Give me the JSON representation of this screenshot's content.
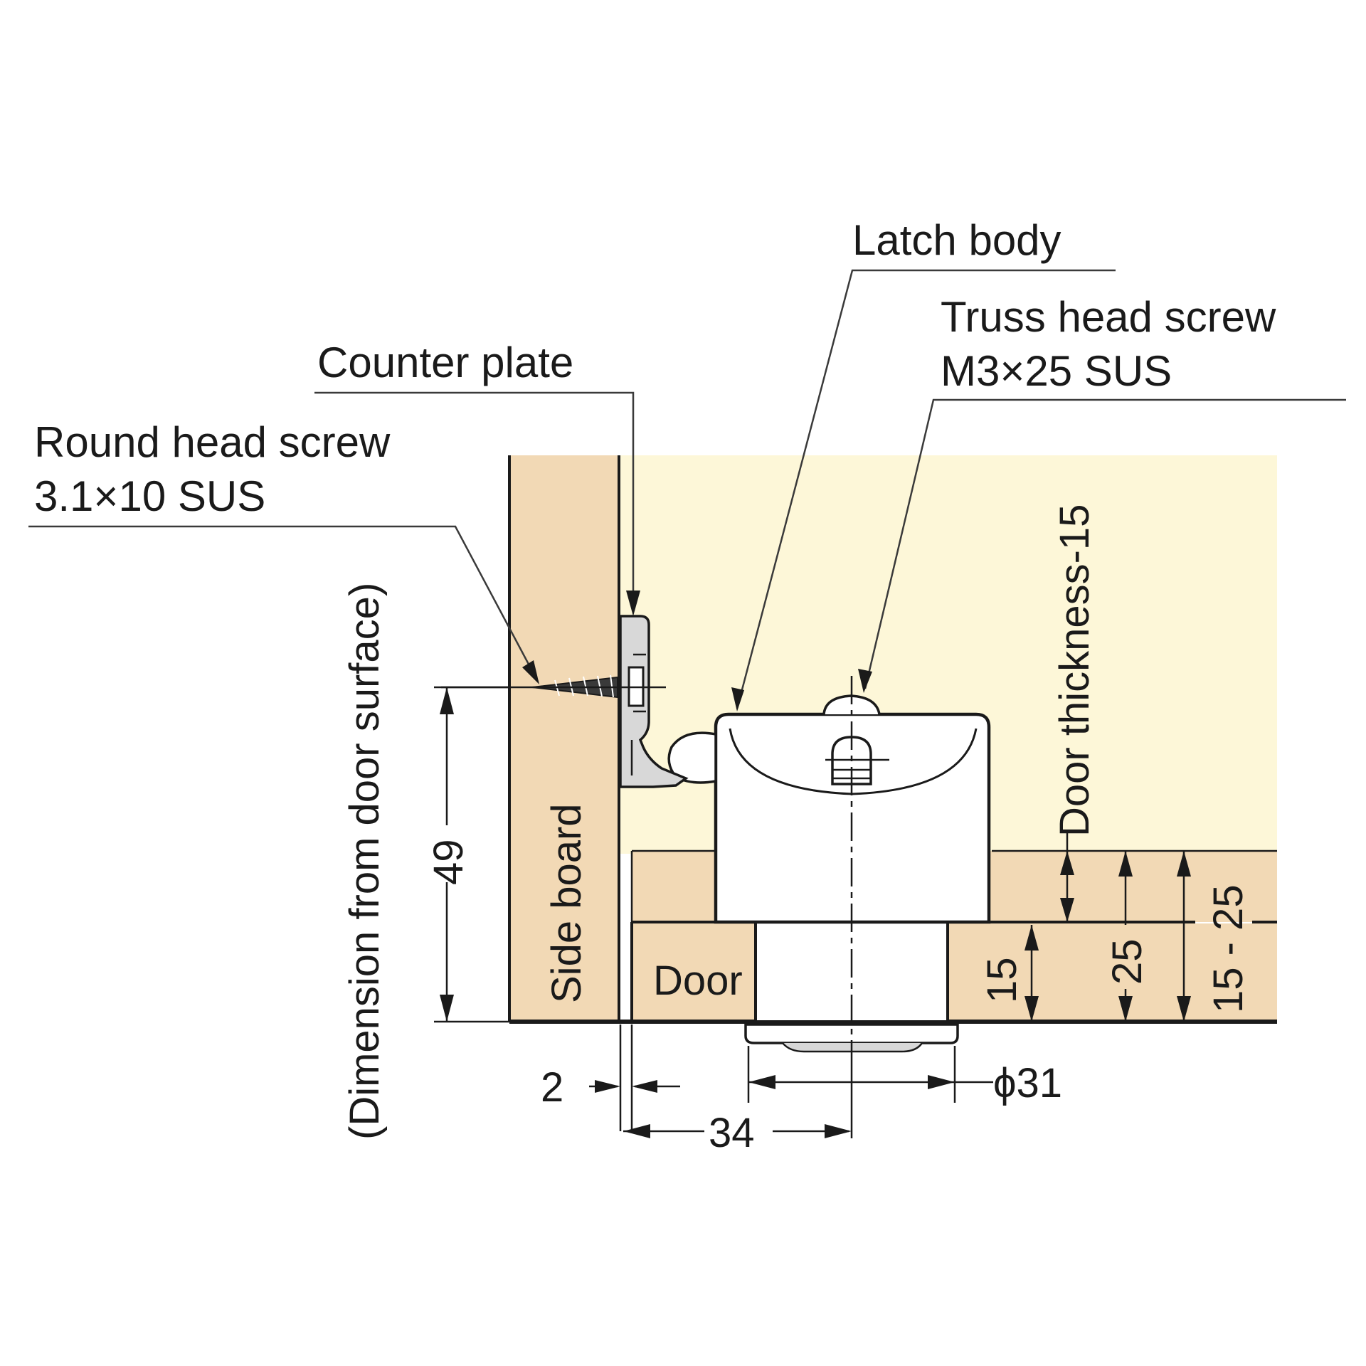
{
  "labels": {
    "latch_body": "Latch body",
    "truss_screw_line1": "Truss head screw",
    "truss_screw_line2": "M3×25 SUS",
    "counter_plate": "Counter plate",
    "round_screw_line1": "Round head screw",
    "round_screw_line2": "3.1×10 SUS",
    "side_board": "Side board",
    "door": "Door",
    "door_thickness": "Door thickness-15",
    "dimension_note": "(Dimension from door surface)"
  },
  "dimensions": {
    "height_49": "49",
    "d15": "15",
    "d25": "25",
    "d15_25": "15 - 25",
    "gap_2": "2",
    "offset_34": "34",
    "dia_31": "ϕ31"
  },
  "colors": {
    "wood": "#f2d9b5",
    "cabinet_interior": "#fdf7d8",
    "latch": "#ffffff",
    "plate": "#d8d8d8",
    "ink": "#1a1a1a"
  }
}
